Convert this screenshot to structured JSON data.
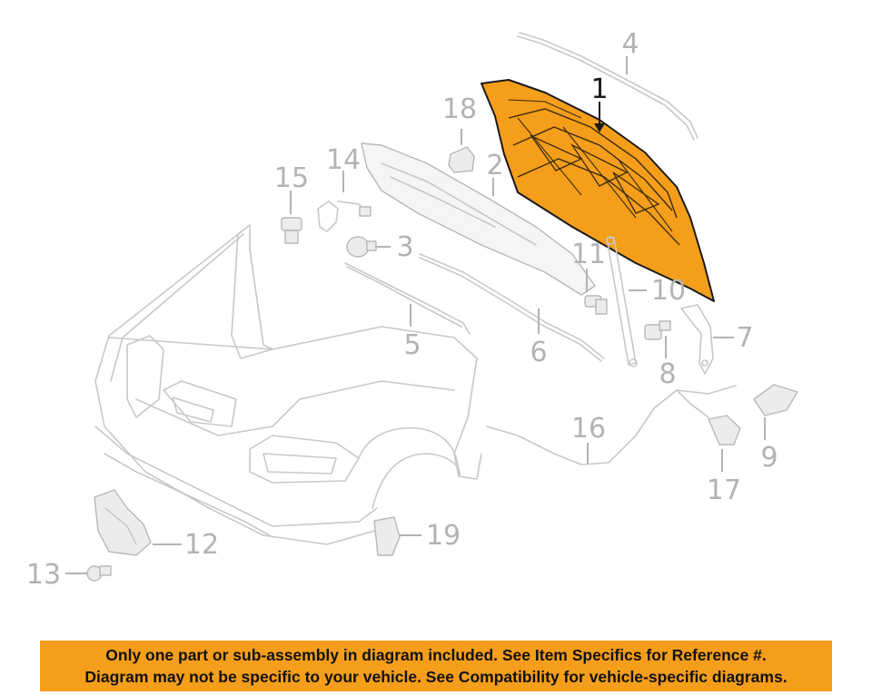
{
  "callouts": {
    "c1": "1",
    "c2": "2",
    "c3": "3",
    "c4": "4",
    "c5": "5",
    "c6": "6",
    "c7": "7",
    "c8": "8",
    "c9": "9",
    "c10": "10",
    "c11": "11",
    "c12": "12",
    "c13": "13",
    "c14": "14",
    "c15": "15",
    "c16": "16",
    "c17": "17",
    "c18": "18",
    "c19": "19"
  },
  "colors": {
    "highlight": "#f59e1b",
    "ghost_line": "#c8c8c8",
    "callout_text": "#b3b3b3"
  },
  "banner": {
    "line1": "Only one part or sub-assembly in diagram included. See Item Specifics for Reference #.",
    "line2": "Diagram may not be specific to your vehicle. See Compatibility for vehicle-specific diagrams."
  }
}
